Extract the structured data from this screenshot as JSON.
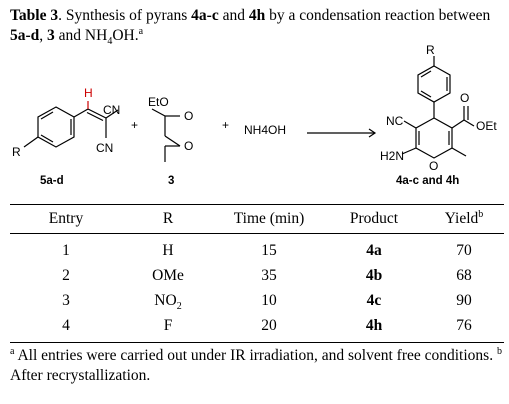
{
  "caption": {
    "label": "Table 3",
    "text_a": ". Synthesis of pyrans ",
    "cmpd_a": "4a-c",
    "text_b": " and ",
    "cmpd_b": "4h",
    "text_c": " by a condensation reaction between ",
    "cmpd_c": "5a-d",
    "text_d": ", ",
    "cmpd_d": "3",
    "text_e": " and NH",
    "sub_4": "4",
    "text_f": "OH.",
    "sup_a": "a"
  },
  "scheme": {
    "H": "H",
    "CN_top": "CN",
    "CN_bottom": "CN",
    "R_left": "R",
    "label_5ad": "5a-d",
    "plus_1": "+",
    "EtO": "EtO",
    "O_ester": "O",
    "O_ketone": "O",
    "label_3": "3",
    "plus_2": "+",
    "NH4OH": "NH4OH",
    "R_product": "R",
    "NC": "NC",
    "O_carbonyl": "O",
    "OEt": "OEt",
    "H2N": "H2N",
    "O_ring": "O",
    "label_product": "4a-c and 4h"
  },
  "table": {
    "headers": {
      "entry": "Entry",
      "r": "R",
      "time": "Time (min)",
      "product": "Product",
      "yield": "Yield",
      "yield_sup": "b"
    },
    "rows": [
      {
        "entry": "1",
        "r": "H",
        "r_sub": "",
        "time": "15",
        "product": "4a",
        "yield": "70"
      },
      {
        "entry": "2",
        "r": "OMe",
        "r_sub": "",
        "time": "35",
        "product": "4b",
        "yield": "68"
      },
      {
        "entry": "3",
        "r": "NO",
        "r_sub": "2",
        "time": "10",
        "product": "4c",
        "yield": "90"
      },
      {
        "entry": "4",
        "r": "F",
        "r_sub": "",
        "time": "20",
        "product": "4h",
        "yield": "76"
      }
    ]
  },
  "footnote": {
    "sup_a": "a",
    "text_a": " All entries were carried out under IR irradiation, and solvent free conditions. ",
    "sup_b": "b",
    "text_b": " After recrystallization."
  },
  "colors": {
    "ink": "#000000",
    "background": "#ffffff",
    "vinyl_H": "#cc0000"
  }
}
